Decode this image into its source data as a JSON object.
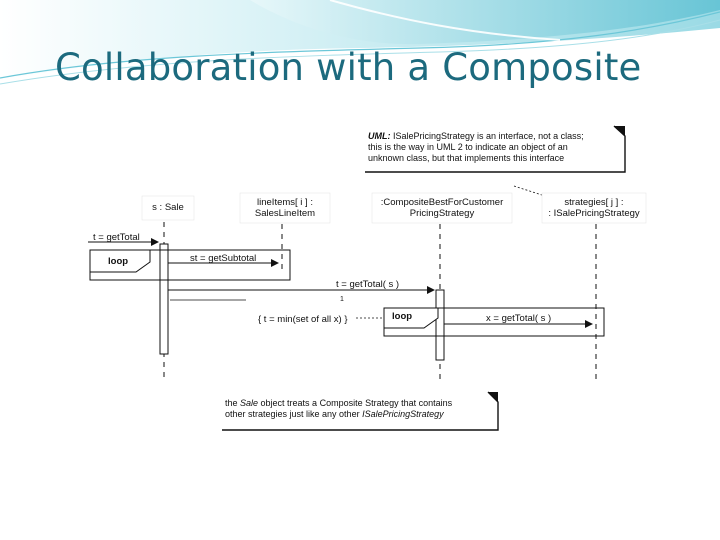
{
  "slide": {
    "title": "Collaboration with a Composite"
  },
  "colors": {
    "title": "#1c6a7e",
    "swoosh_light": "#cdeff4",
    "swoosh_mid": "#8fd6e2",
    "swoosh_dark": "#3aa7bd"
  },
  "diagram": {
    "lifelines": {
      "sale": "s : Sale",
      "line_items": [
        "lineItems[ i ] :",
        "SalesLineItem"
      ],
      "composite": [
        ":CompositeBestForCustomer",
        "PricingStrategy"
      ],
      "strategies": [
        "strategies[ j ] :",
        ": ISalePricingStrategy"
      ]
    },
    "messages": {
      "get_total": "t = getTotal",
      "get_subtotal": "st = getSubtotal",
      "get_total_s": "t = getTotal( s )",
      "x_get_total": "x = getTotal( s )",
      "one": "1"
    },
    "frames": {
      "loop1": "loop",
      "loop2": "loop"
    },
    "constraint": "{ t = min(set of all x) }",
    "notes": {
      "uml_note": {
        "prefix": "UML:",
        "line1": " ISalePricingStrategy is an interface, not a class;",
        "line2": "this is the way in UML 2 to indicate an object of an",
        "line3": "unknown class, but that implements this interface"
      },
      "sale_note": {
        "line1_a": "the ",
        "line1_b": "Sale",
        "line1_c": " object treats a Composite Strategy that contains",
        "line2_a": "other strategies just like any other ",
        "line2_b": "ISalePricingStrategy"
      }
    }
  }
}
